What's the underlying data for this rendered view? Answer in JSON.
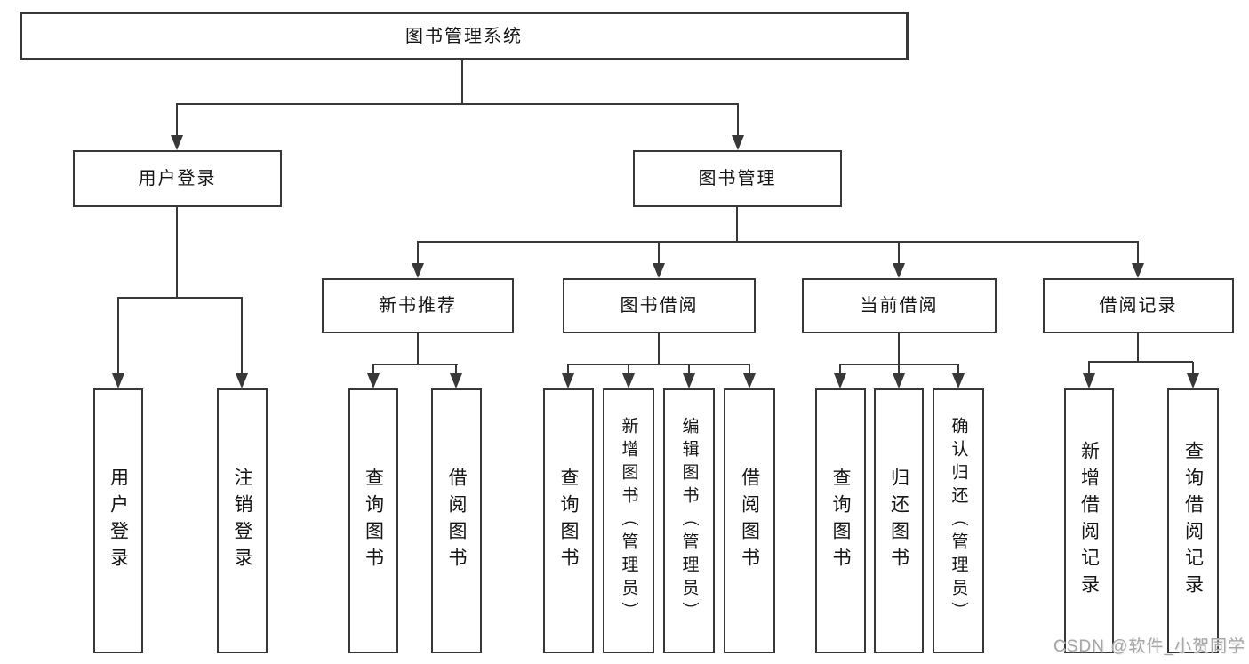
{
  "tree": {
    "root": {
      "label": "图书管理系统",
      "children": [
        {
          "label": "用户登录",
          "children": [
            {
              "label": "用户登录"
            },
            {
              "label": "注销登录"
            }
          ]
        },
        {
          "label": "图书管理",
          "children": [
            {
              "label": "新书推荐",
              "children": [
                {
                  "label": "查询图书"
                },
                {
                  "label": "借阅图书"
                }
              ]
            },
            {
              "label": "图书借阅",
              "children": [
                {
                  "label": "查询图书"
                },
                {
                  "label": "新增图书（管理员）"
                },
                {
                  "label": "编辑图书（管理员）"
                },
                {
                  "label": "借阅图书"
                }
              ]
            },
            {
              "label": "当前借阅",
              "children": [
                {
                  "label": "查询图书"
                },
                {
                  "label": "归还图书"
                },
                {
                  "label": "确认归还（管理员）"
                }
              ]
            },
            {
              "label": "借阅记录",
              "children": [
                {
                  "label": "新增借阅记录"
                },
                {
                  "label": "查询借阅记录"
                }
              ]
            }
          ]
        }
      ]
    }
  },
  "watermark": {
    "text": "CSDN @软件_小贺同学"
  },
  "colors": {
    "line": "#383838",
    "text": "#151515",
    "watermark": "#a6a6a6",
    "background": "#ffffff"
  }
}
